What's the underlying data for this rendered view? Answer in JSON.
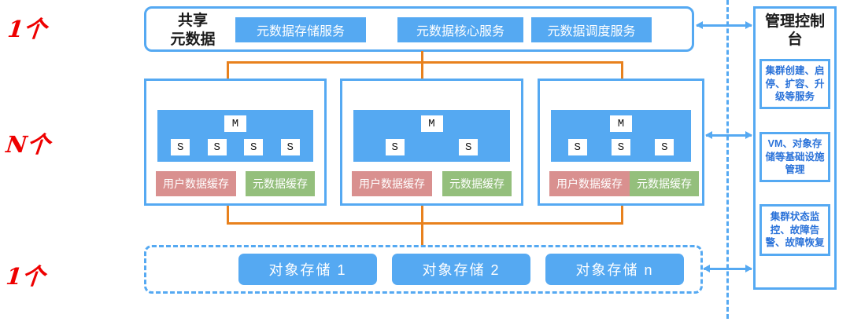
{
  "labels": {
    "top": "1个",
    "middle": "N个",
    "bottom": "1个"
  },
  "shared_metadata": {
    "title_line1": "共享",
    "title_line2": "元数据",
    "services": [
      "元数据存储服务",
      "元数据核心服务",
      "元数据调度服务"
    ]
  },
  "clusters": [
    {
      "master": "M",
      "slaves": [
        "S",
        "S",
        "S",
        "S"
      ],
      "user_cache": "用户数据缓存",
      "meta_cache": "元数据缓存"
    },
    {
      "master": "M",
      "slaves": [
        "S",
        "S"
      ],
      "user_cache": "用户数据缓存",
      "meta_cache": "元数据缓存"
    },
    {
      "master": "M",
      "slaves": [
        "S",
        "S",
        "S"
      ],
      "user_cache": "用户数据缓存",
      "meta_cache": "元数据缓存"
    }
  ],
  "object_storage": {
    "items": [
      "对象存储 1",
      "对象存储 2",
      "对象存储 n"
    ]
  },
  "console": {
    "title": "管理控制台",
    "functions": [
      "集群创建、启停、扩容、升级等服务",
      "VM、对象存储等基础设施管理",
      "集群状态监控、故障告警、故障恢复"
    ]
  },
  "colors": {
    "blue": "#55a9f2",
    "orange": "#e8811d",
    "pink": "#d9908f",
    "green": "#94bf7c",
    "red": "#ee0000",
    "console_text": "#2a72d9"
  }
}
